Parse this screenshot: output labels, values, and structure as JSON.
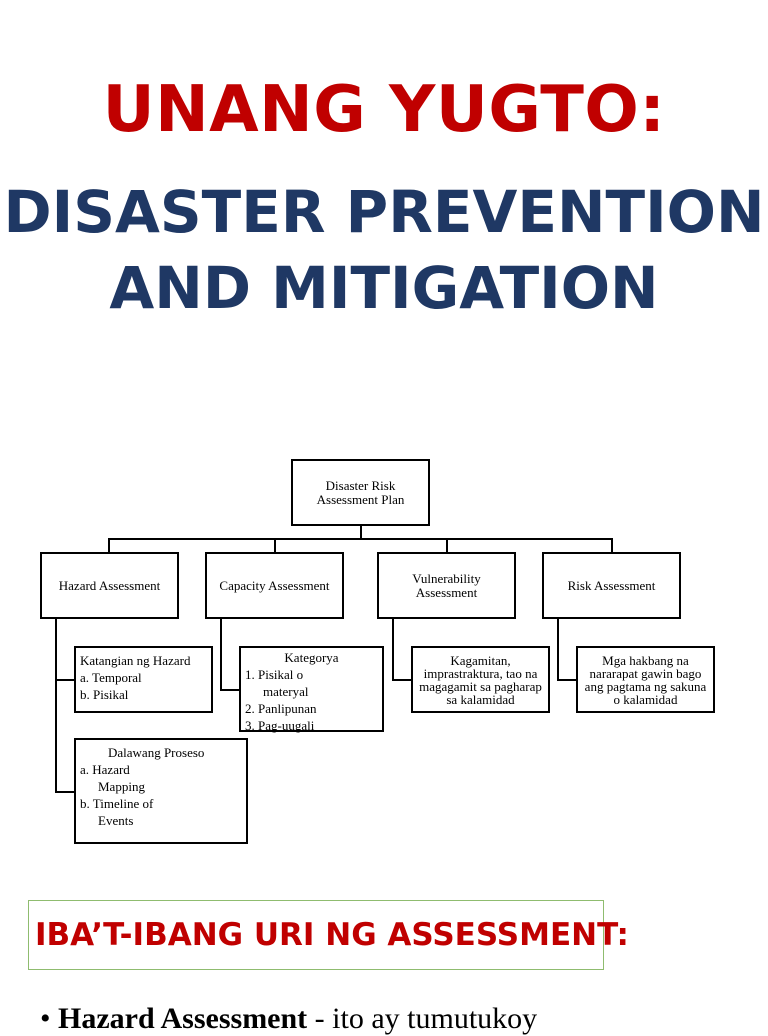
{
  "title": {
    "line1": "UNANG YUGTO:",
    "line2": "DISASTER PREVENTION",
    "line3": "AND MITIGATION"
  },
  "diagram": {
    "root": "Disaster Risk Assessment Plan",
    "branches": [
      "Hazard Assessment",
      "Capacity Assessment",
      "Vulnerability Assessment",
      "Risk Assessment"
    ],
    "hazard_box1": {
      "heading": "Katangian ng Hazard",
      "items": [
        "a. Temporal",
        "b. Pisikal"
      ]
    },
    "hazard_box2": {
      "heading": "Dalawang Proseso",
      "items": [
        "a. Hazard",
        "Mapping",
        "b. Timeline of",
        "Events"
      ]
    },
    "capacity_box": {
      "heading": "Kategorya",
      "items": [
        "1. Pisikal o",
        "materyal",
        "2. Panlipunan",
        "3. Pag-uugali"
      ]
    },
    "vulnerability_box": "Kagamitan, imprastraktura, tao na magagamit sa pagharap sa kalamidad",
    "risk_box": "Mga hakbang na nararapat gawin bago ang pagtama ng sakuna o kalamidad"
  },
  "section_heading": "IBA’T-IBANG URI NG ASSESSMENT:",
  "bullet": {
    "mark": "•",
    "term": "Hazard Assessment",
    "text": " - ito ay tumutukoy"
  },
  "colors": {
    "red": "#c00000",
    "navy": "#1f3864",
    "section_border": "#8fbc6f"
  }
}
